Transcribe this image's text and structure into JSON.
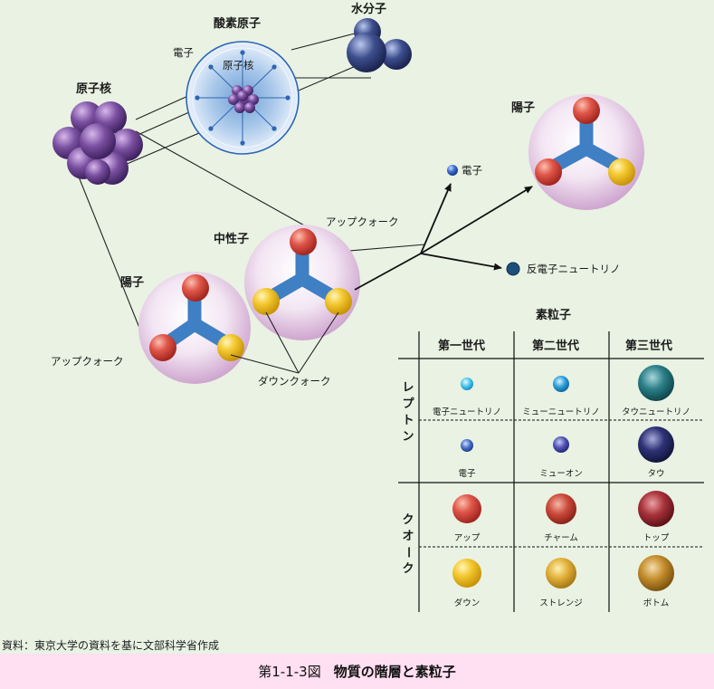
{
  "labels": {
    "oxygen_atom": "酸素原子",
    "water_molecule": "水分子",
    "electron_top": "電子",
    "nucleus_inner": "原子核",
    "nucleus": "原子核",
    "neutron": "中性子",
    "proton_left": "陽子",
    "proton_right": "陽子",
    "up_quark_top": "アップクォーク",
    "up_quark_left": "アップクォーク",
    "down_quark": "ダウンクォーク",
    "electron_decay": "電子",
    "antineutrino": "反電子ニュートリノ"
  },
  "table": {
    "title": "素粒子",
    "generations": [
      "第一世代",
      "第二世代",
      "第三世代"
    ],
    "groups": [
      {
        "label": "レプトン",
        "rows": [
          [
            "電子ニュートリノ",
            "ミューニュートリノ",
            "タウニュートリノ"
          ],
          [
            "電子",
            "ミューオン",
            "タウ"
          ]
        ]
      },
      {
        "label": "クォーク",
        "rows": [
          [
            "アップ",
            "チャーム",
            "トップ"
          ],
          [
            "ダウン",
            "ストレンジ",
            "ボトム"
          ]
        ]
      }
    ]
  },
  "colors": {
    "background": "#e9f2e3",
    "caption_bg": "#ffdff2",
    "up_quark": "#e0574a",
    "down_quark": "#f3c830",
    "nucleon_halo": "#e6cde6",
    "nucleus_ball": "#7a4fa0",
    "water_ball": "#3c4e8c",
    "gluon": "#3f7fc4"
  },
  "source": "資料：東京大学の資料を基に文部科学省作成",
  "caption": {
    "number": "第1-1-3図",
    "title": "物質の階層と素粒子"
  }
}
